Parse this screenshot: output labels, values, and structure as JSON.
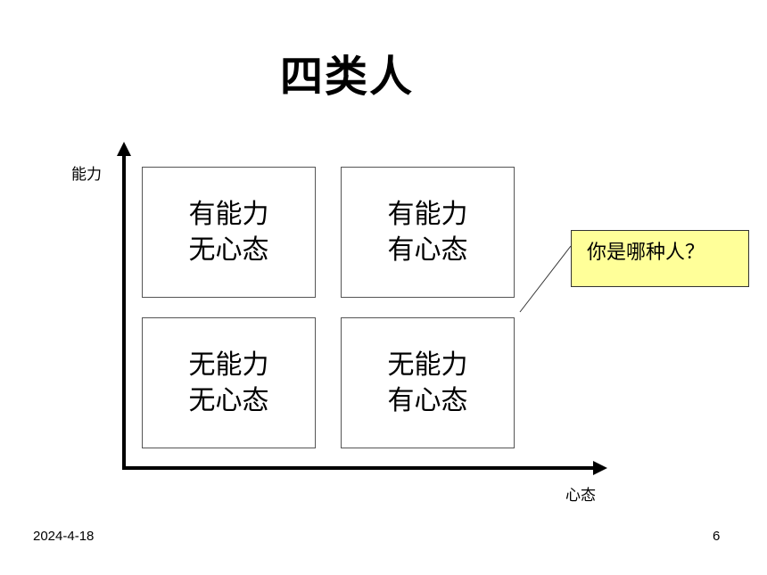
{
  "title": "四类人",
  "axes": {
    "y_label": "能力",
    "x_label": "心态"
  },
  "quadrants": {
    "top_left": {
      "line1": "有能力",
      "line2": "无心态"
    },
    "top_right": {
      "line1": "有能力",
      "line2": "有心态"
    },
    "bottom_left": {
      "line1": "无能力",
      "line2": "无心态"
    },
    "bottom_right": {
      "line1": "无能力",
      "line2": "有心态"
    }
  },
  "callout": {
    "text": "你是哪种人？",
    "background": "#ffff99"
  },
  "footer": {
    "date": "2024-4-18",
    "page_number": "6"
  }
}
